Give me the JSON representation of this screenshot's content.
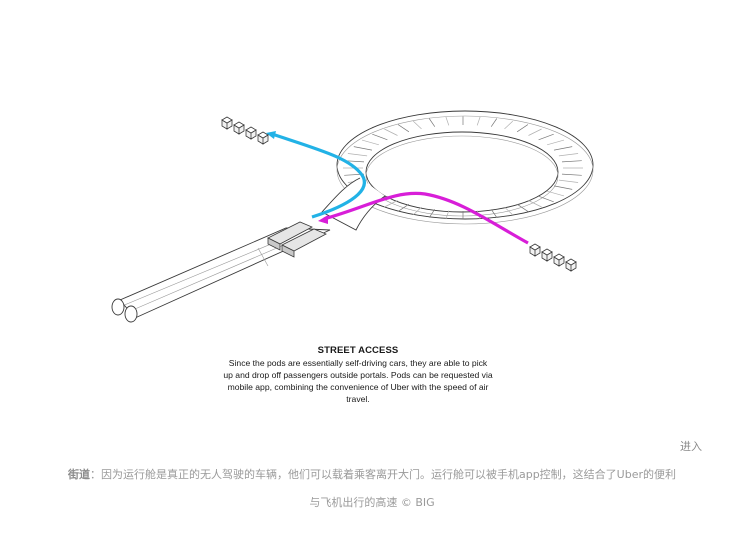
{
  "figure": {
    "caption_title": "STREET ACCESS",
    "caption_lines": [
      "Since the pods are essentially self-driving cars, they are able to pick",
      "up and drop off passengers outside portals. Pods can be requested via",
      "mobile app, combining the convenience of Uber with the speed of air",
      "travel."
    ],
    "colors": {
      "pickup_route": "#22b2e6",
      "dropoff_route": "#d81ed8",
      "outline": "#3a3a3a"
    }
  },
  "enter_link": "进入",
  "description": {
    "label": "街道",
    "separator": "：",
    "text": "因为运行舱是真正的无人驾驶的车辆，他们可以载着乘客离开大门。运行舱可以被手机app控制，这结合了Uber的便利"
  },
  "credit": "与飞机出行的高速 © BIG"
}
